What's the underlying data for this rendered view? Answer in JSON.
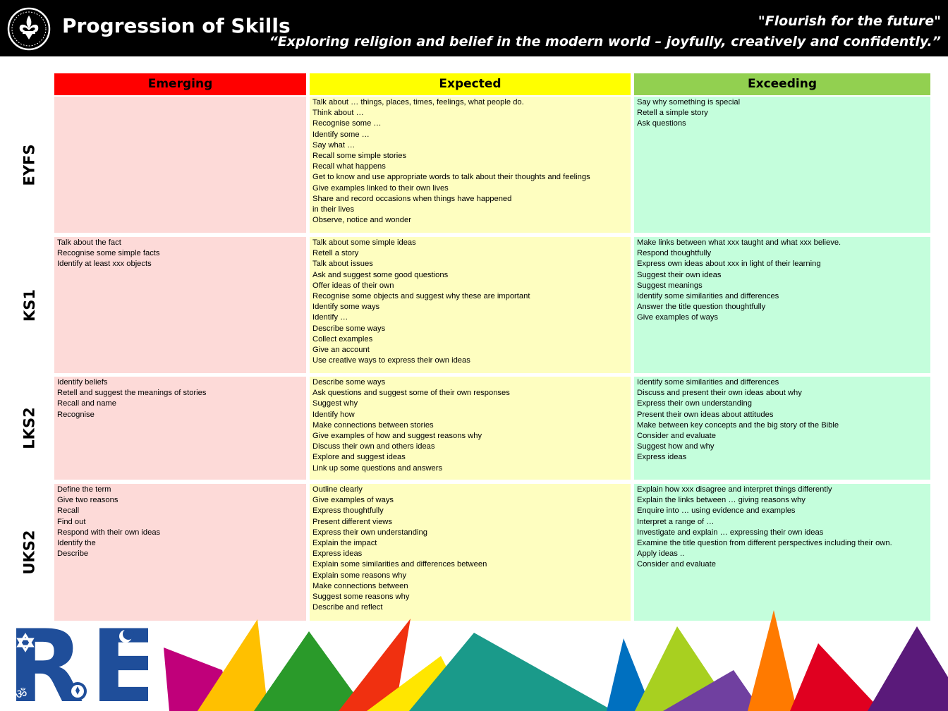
{
  "header": {
    "title": "Progression of Skills",
    "motto_line1": "\"Flourish for the future\"",
    "motto_line2": "“Exploring religion and belief in the modern world – joyfully, creatively and confidently.”"
  },
  "columns": {
    "emerging": {
      "label": "Emerging",
      "color": "#ff0000"
    },
    "expected": {
      "label": "Expected",
      "color": "#ffff00"
    },
    "exceeding": {
      "label": "Exceeding",
      "color": "#92d050"
    }
  },
  "rows": [
    {
      "label": "EYFS",
      "emerging": [],
      "expected": [
        "Talk about … things, places, times, feelings, what people do.",
        "Think about …",
        "Recognise some …",
        "Identify some …",
        "Say what …",
        "Recall some simple stories",
        "Recall what happens",
        "Get to know and use appropriate words to talk about their thoughts and feelings",
        "Give examples linked to their own lives",
        "Share and record occasions when things have happened",
        "in their lives",
        "Observe, notice and wonder"
      ],
      "exceeding": [
        "Say why something is special",
        "Retell a simple story",
        "Ask questions"
      ]
    },
    {
      "label": "KS1",
      "emerging": [
        "Talk about the fact",
        "Recognise some simple facts",
        "Identify at least xxx objects"
      ],
      "expected": [
        "Talk about some simple ideas",
        "Retell a story",
        "Talk about issues",
        "Ask and suggest some good questions",
        "Offer ideas of their own",
        "Recognise some objects and suggest why these are important",
        "Identify some ways",
        "Identify …",
        "Describe some ways",
        "Collect examples",
        "Give an account",
        "Use creative ways to express their own ideas"
      ],
      "exceeding": [
        "Make links between what xxx taught and what xxx believe.",
        "Respond thoughtfully",
        "Express own ideas about xxx in light of their learning",
        "Suggest their own ideas",
        "Suggest meanings",
        "Identify some similarities and differences",
        "Answer the title question thoughtfully",
        "Give examples of ways"
      ]
    },
    {
      "label": "LKS2",
      "emerging": [
        "Identify beliefs",
        "Retell and suggest the meanings of stories",
        "Recall and name",
        "Recognise"
      ],
      "expected": [
        "Describe some ways",
        "Ask questions and suggest some of their own responses",
        "Suggest why",
        "Identify how",
        "Make connections between stories",
        "Give examples of how and suggest reasons why",
        "Discuss their own and others ideas",
        "Explore and suggest ideas",
        "Link up some questions and answers"
      ],
      "exceeding": [
        "Identify some similarities and differences",
        "Discuss and present their own ideas about why",
        "Express their own understanding",
        "Present their own ideas about attitudes",
        "Make between key concepts and the big story of the Bible",
        "Consider and evaluate",
        "Suggest how and why",
        "Express ideas"
      ]
    },
    {
      "label": "UKS2",
      "emerging": [
        "Define the term",
        "Give two reasons",
        "Recall",
        "Find out",
        "Respond with their own ideas",
        "Identify the",
        "Describe"
      ],
      "expected": [
        "Outline clearly",
        "Give examples of ways",
        "Express thoughtfully",
        "Present different views",
        "Express their own understanding",
        "Explain the impact",
        "Express ideas",
        "Explain some similarities and differences between",
        "Explain some reasons why",
        "Make connections between",
        "Suggest some reasons why",
        "Describe and reflect"
      ],
      "exceeding": [
        "Explain how xxx disagree and interpret things differently",
        "Explain the links between … giving reasons why",
        "Enquire into … using evidence and examples",
        "Interpret a range of …",
        "Investigate and explain … expressing their own ideas",
        "Examine the title question from different perspectives including their own.",
        "Apply ideas ..",
        "Consider and evaluate"
      ]
    }
  ],
  "logos": {
    "school_crest": "fleur-de-lis-crest-icon",
    "re_logo": "re-faith-symbols-logo",
    "re_logo_color": "#1f4e9a"
  }
}
